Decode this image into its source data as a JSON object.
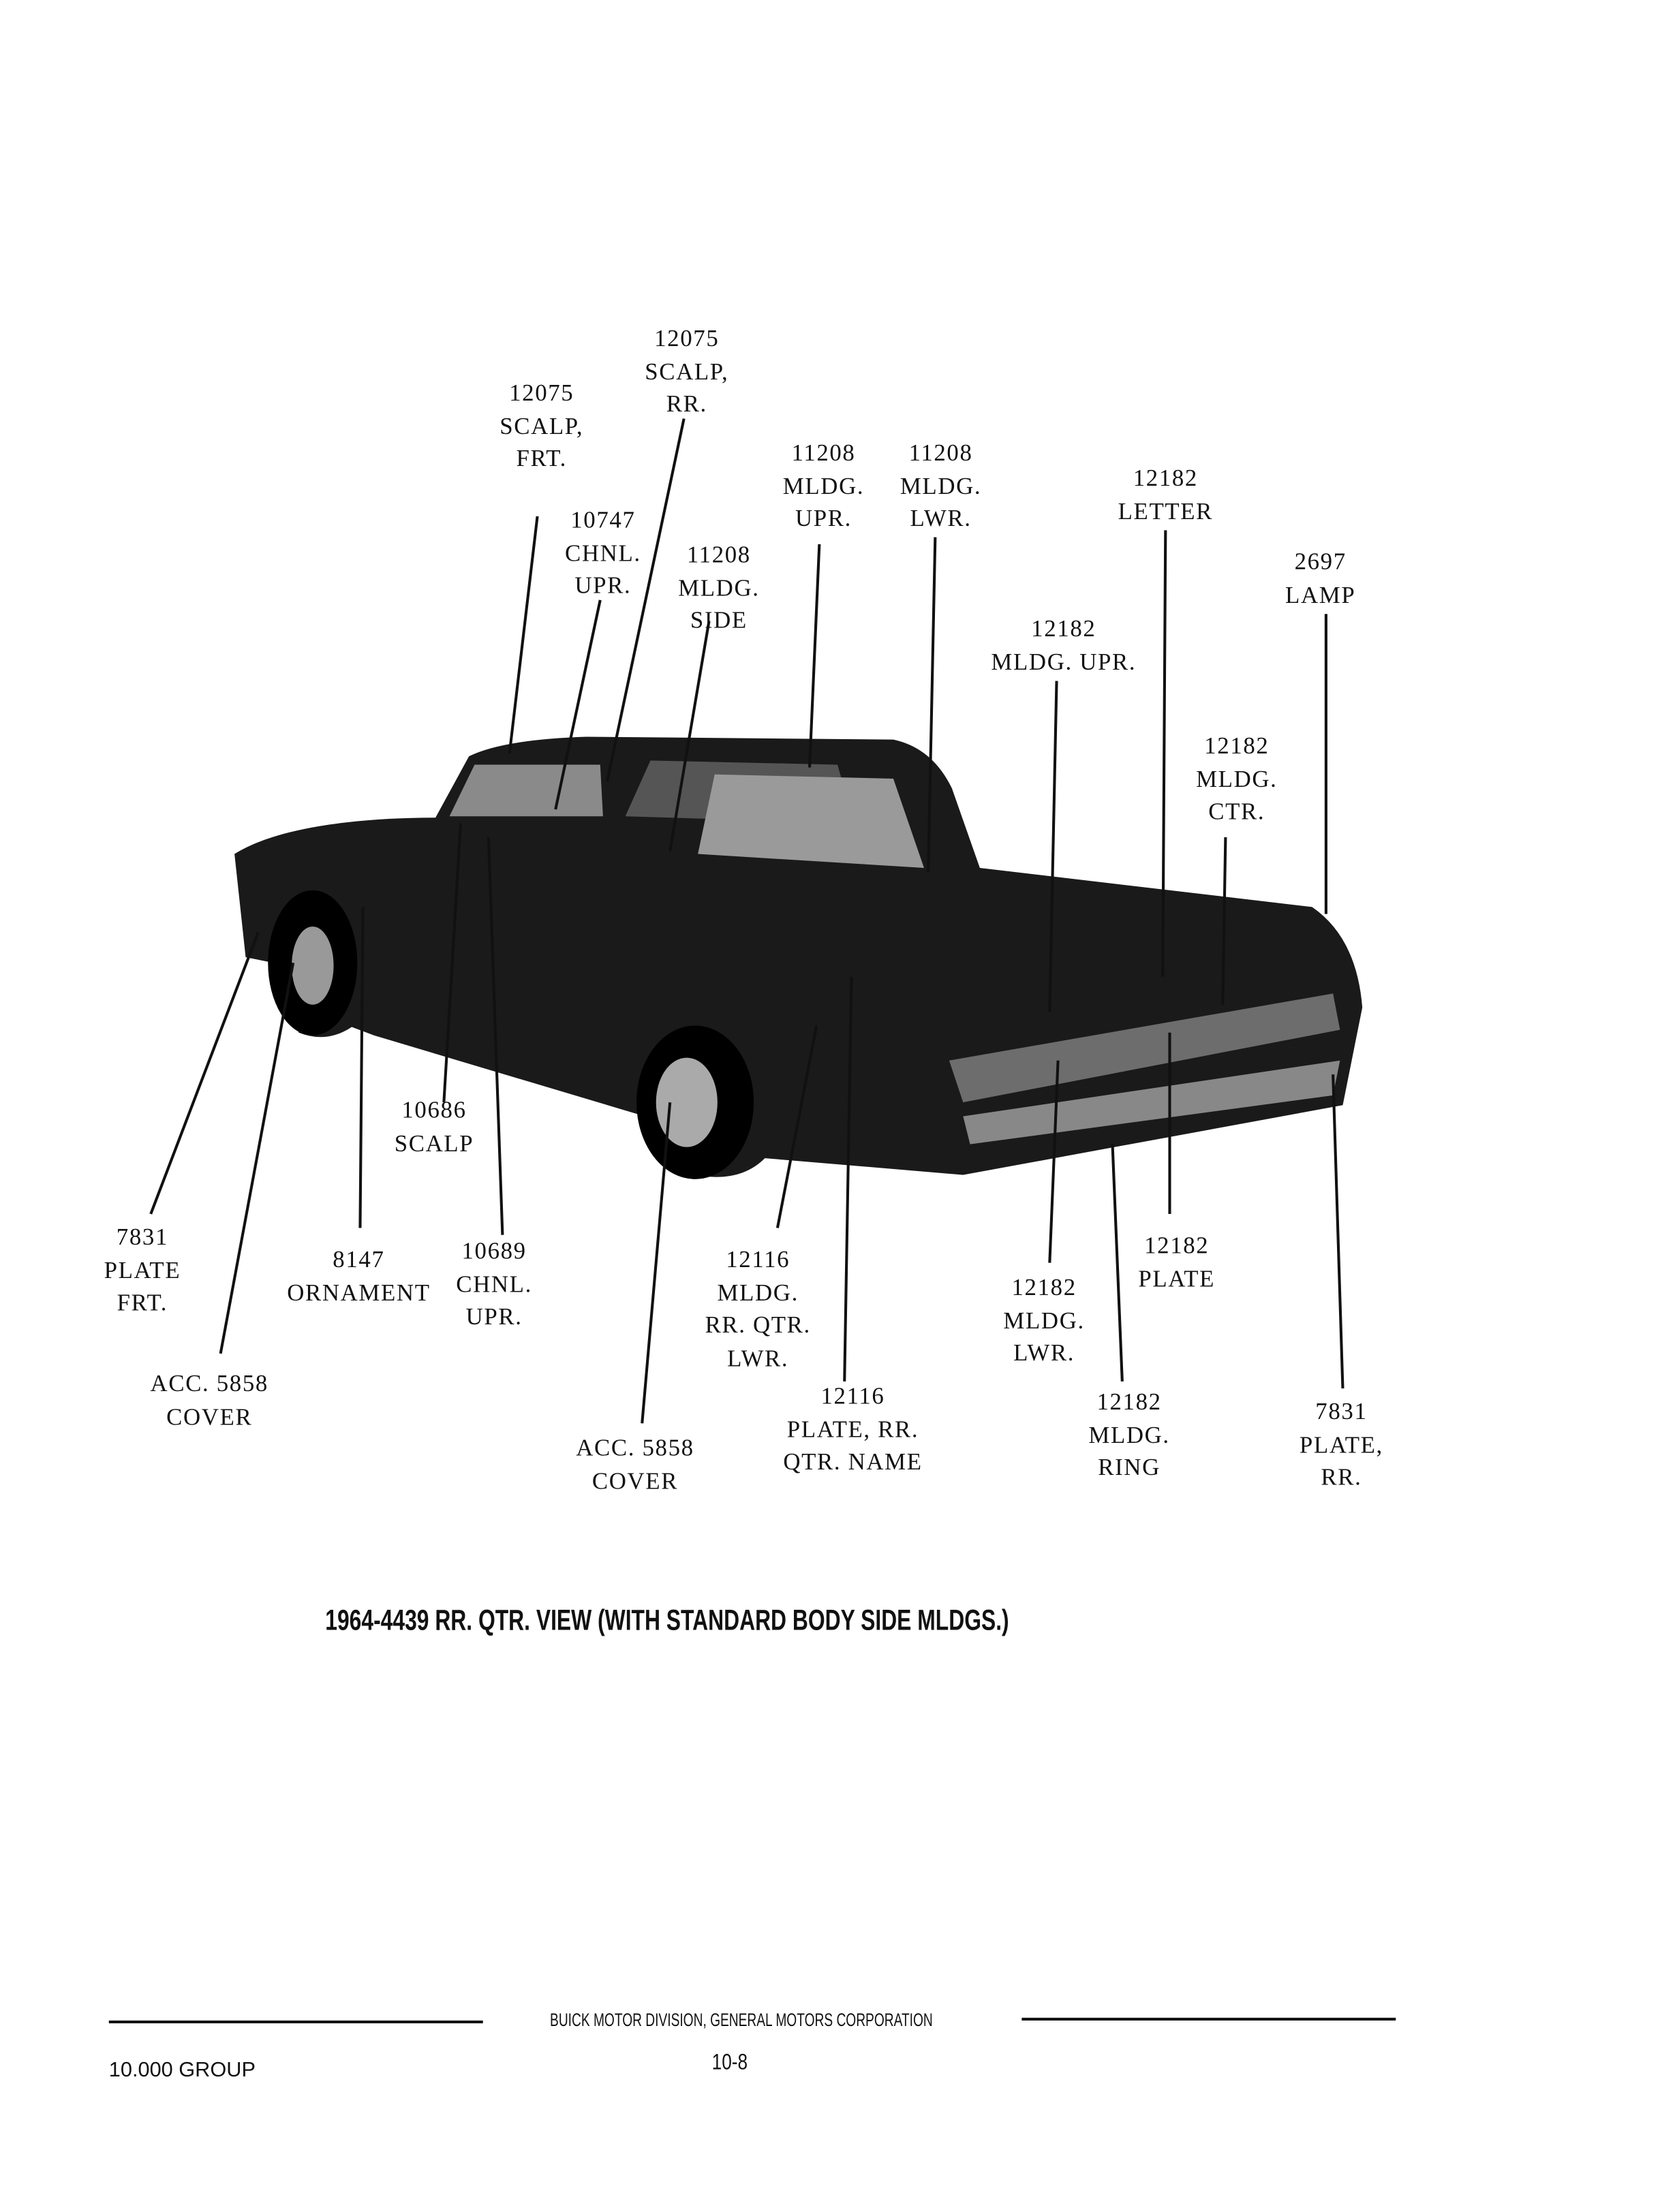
{
  "labels": {
    "scalp_frt": [
      "12075",
      "SCALP,",
      "FRT."
    ],
    "scalp_rr": [
      "12075",
      "SCALP,",
      "RR."
    ],
    "chnl_upr_top": [
      "10747",
      "CHNL.",
      "UPR."
    ],
    "mldg_side": [
      "11208",
      "MLDG.",
      "SIDE"
    ],
    "mldg_upr_11208": [
      "11208",
      "MLDG.",
      "UPR."
    ],
    "mldg_lwr_11208": [
      "11208",
      "MLDG.",
      "LWR."
    ],
    "letter": [
      "12182",
      "LETTER"
    ],
    "lamp": [
      "2697",
      "LAMP"
    ],
    "mldg_upr_12182": [
      "12182",
      "MLDG. UPR."
    ],
    "mldg_ctr": [
      "12182",
      "MLDG.",
      "CTR."
    ],
    "scalp_10686": [
      "10686",
      "SCALP"
    ],
    "plate_frt": [
      "7831",
      "PLATE",
      "FRT."
    ],
    "ornament": [
      "8147",
      "ORNAMENT"
    ],
    "chnl_upr_bottom": [
      "10689",
      "CHNL.",
      "UPR."
    ],
    "cover_left": [
      "ACC. 5858",
      "COVER"
    ],
    "mldg_rr_qtr_lwr": [
      "12116",
      "MLDG.",
      "RR. QTR.",
      "LWR."
    ],
    "plate_rr_qtr_name": [
      "12116",
      "PLATE, RR.",
      "QTR. NAME"
    ],
    "cover_center": [
      "ACC. 5858",
      "COVER"
    ],
    "mldg_lwr_12182": [
      "12182",
      "MLDG.",
      "LWR."
    ],
    "plate_12182": [
      "12182",
      "PLATE"
    ],
    "mldg_ring": [
      "12182",
      "MLDG.",
      "RING"
    ],
    "plate_rr": [
      "7831",
      "PLATE,",
      "RR."
    ]
  },
  "caption": "1964-4439 RR. QTR. VIEW  (WITH STANDARD BODY SIDE MLDGS.)",
  "footer": {
    "company": "BUICK MOTOR DIVISION, GENERAL MOTORS CORPORATION",
    "group": "10.000 GROUP",
    "page": "10-8"
  }
}
